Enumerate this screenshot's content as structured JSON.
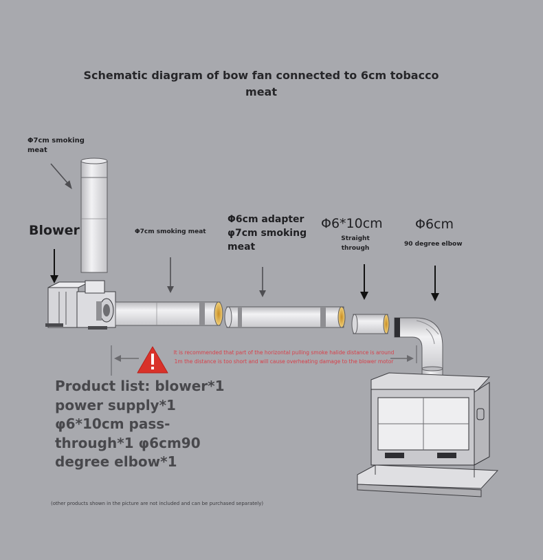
{
  "title": "Schematic diagram of bow fan connected to 6cm tobacco meat",
  "labels": {
    "vertical_pipe": "Φ7cm smoking meat",
    "blower": "Blower",
    "horizontal_pipe": "Φ7cm smoking meat",
    "adapter": "Φ6cm adapter φ7cm smoking meat",
    "straight_size": "Φ6*10cm",
    "straight_name": "Straight through",
    "elbow_size": "Φ6cm",
    "elbow_name": "90 degree elbow"
  },
  "warning": "It is recommended that part of the horizontal pulling smoke halide distance is around 1m the distance is too short and will cause overheating damage to the blower motor",
  "product_list": "Product list: blower*1 power supply*1 φ6*10cm pass-through*1 φ6cm90 degree elbow*1",
  "footnote": "(other products shown in the picture are not included and can be purchased separately)",
  "colors": {
    "background": "#a8a9ae",
    "warning": "#d8404a",
    "warning_icon": "#d9322a",
    "pipe": "#e6e6e9",
    "pipe_ring": "#d9a63a"
  }
}
